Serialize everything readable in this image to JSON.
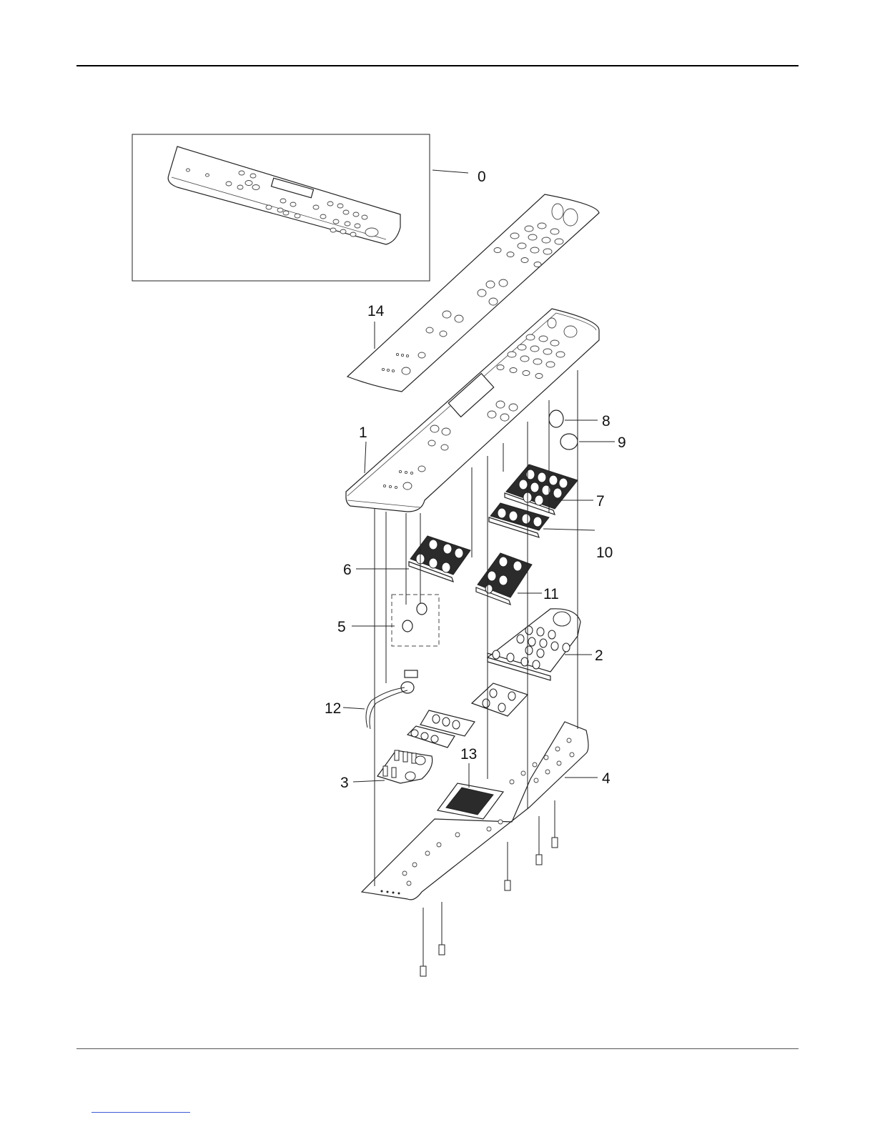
{
  "diagram": {
    "callouts": [
      {
        "id": "0",
        "label": "0"
      },
      {
        "id": "1",
        "label": "1"
      },
      {
        "id": "2",
        "label": "2"
      },
      {
        "id": "3",
        "label": "3"
      },
      {
        "id": "4",
        "label": "4"
      },
      {
        "id": "5",
        "label": "5"
      },
      {
        "id": "6",
        "label": "6"
      },
      {
        "id": "7",
        "label": "7"
      },
      {
        "id": "8",
        "label": "8"
      },
      {
        "id": "9",
        "label": "9"
      },
      {
        "id": "10",
        "label": "10"
      },
      {
        "id": "11",
        "label": "11"
      },
      {
        "id": "12",
        "label": "12"
      },
      {
        "id": "13",
        "label": "13"
      },
      {
        "id": "14",
        "label": "14"
      }
    ]
  },
  "colors": {
    "rule": "#000000",
    "footer_link": "#3b5bd6",
    "line": "#222222"
  }
}
